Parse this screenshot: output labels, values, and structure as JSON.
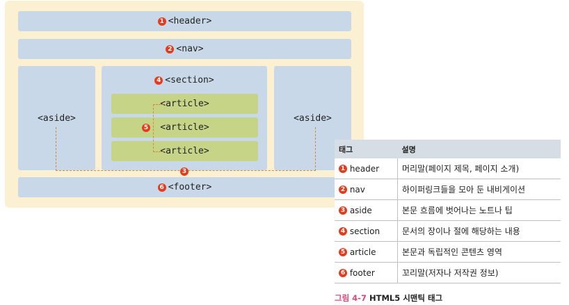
{
  "diagram": {
    "header": {
      "num": "1",
      "label": "<header>"
    },
    "nav": {
      "num": "2",
      "label": "<nav>"
    },
    "aside_left": {
      "label": "<aside>"
    },
    "aside_right": {
      "label": "<aside>"
    },
    "aside_num": "3",
    "section": {
      "num": "4",
      "label": "<section>"
    },
    "article_num": "5",
    "articles": [
      "<article>",
      "<article>",
      "<article>"
    ],
    "footer": {
      "num": "6",
      "label": "<footer>"
    }
  },
  "table": {
    "headers": [
      "태그",
      "설명"
    ],
    "rows": [
      {
        "num": "1",
        "tag": "header",
        "desc": "머리말(페이지 제목, 페이지 소개)"
      },
      {
        "num": "2",
        "tag": "nav",
        "desc": "하이퍼링크들을 모아 둔 내비게이션"
      },
      {
        "num": "3",
        "tag": "aside",
        "desc": "본문 흐름에 벗어나는 노트나 팁"
      },
      {
        "num": "4",
        "tag": "section",
        "desc": "문서의 장이나 절에 해당하는 내용"
      },
      {
        "num": "5",
        "tag": "article",
        "desc": "본문과 독립적인 콘텐츠 영역"
      },
      {
        "num": "6",
        "tag": "footer",
        "desc": "꼬리말(저자나 저작권 정보)"
      }
    ]
  },
  "caption": {
    "fig": "그림 4-7",
    "text": "HTML5 시맨틱 태그"
  },
  "colors": {
    "panel": "#fbf1d2",
    "block": "#c9d8e9",
    "article": "#c5d486",
    "badge": "#e43c1c",
    "dash": "#d48a37"
  }
}
